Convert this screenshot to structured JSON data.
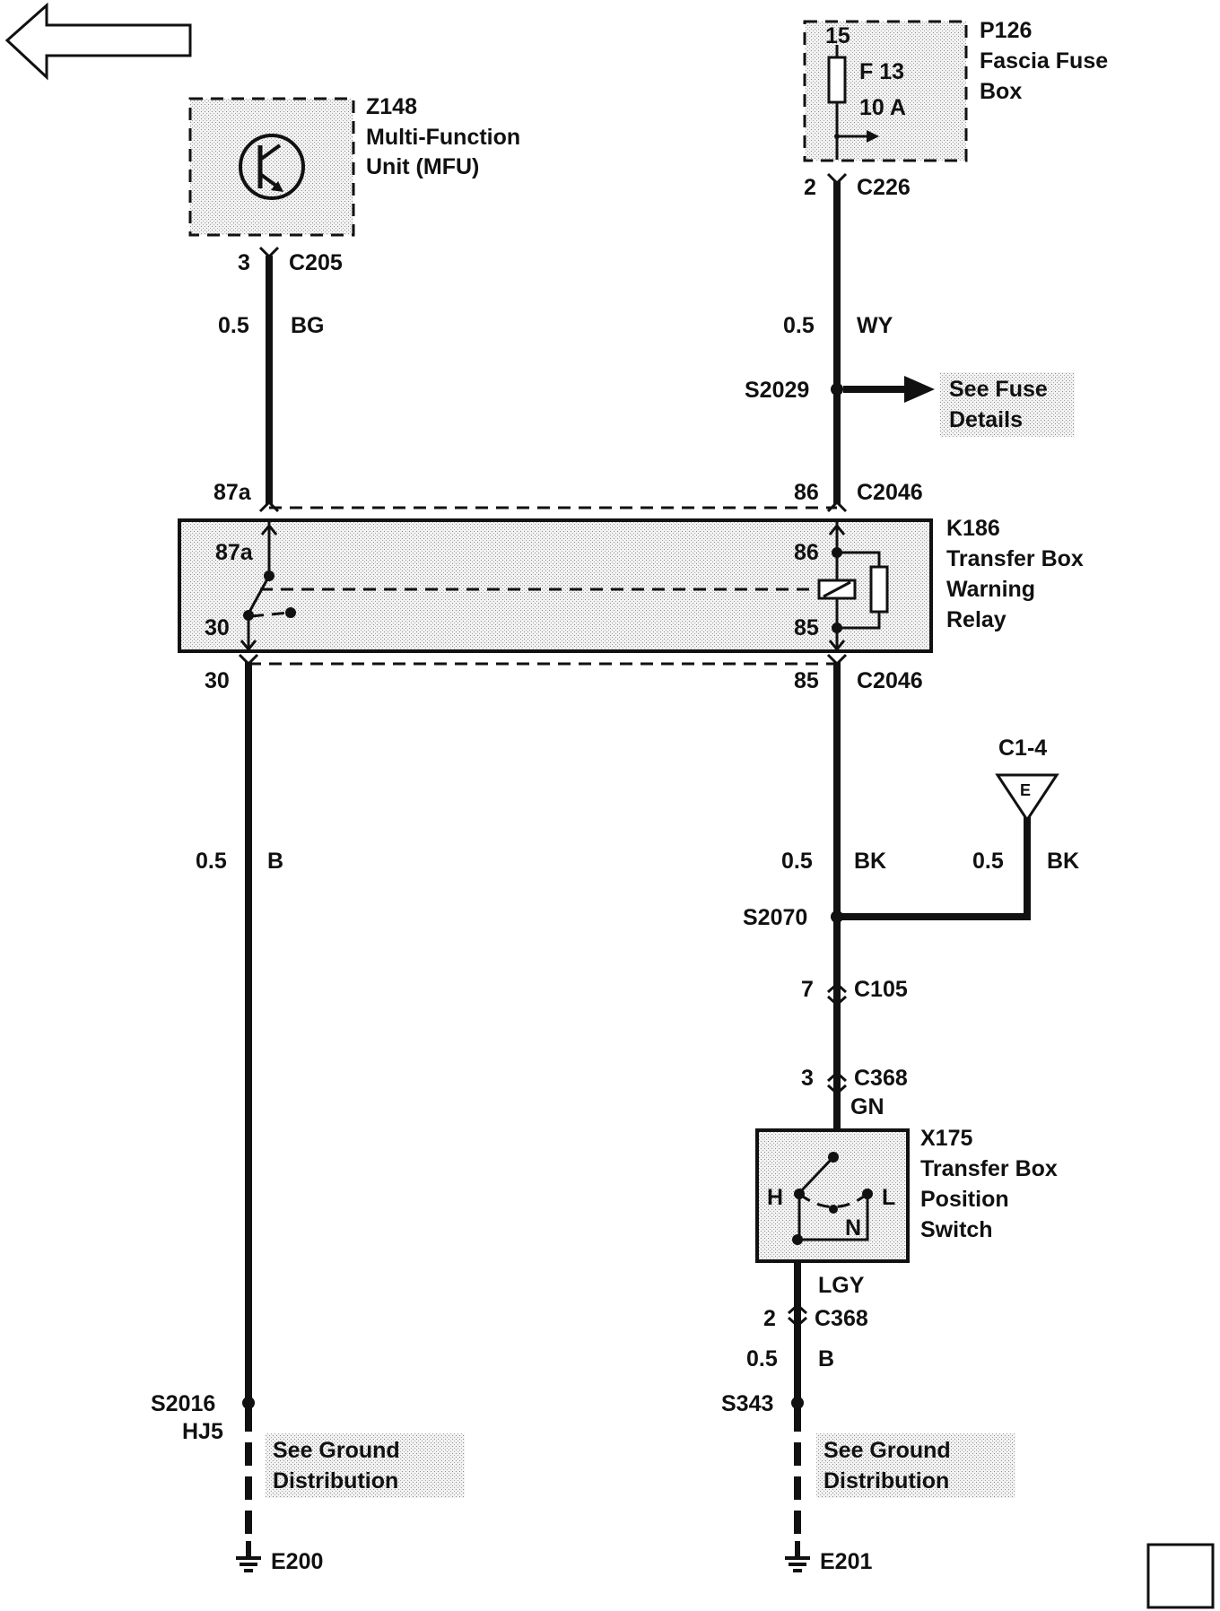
{
  "components": {
    "mfu": {
      "id": "Z148",
      "name_line1": "Multi-Function",
      "name_line2": "Unit (MFU)"
    },
    "fusebox": {
      "id": "P126",
      "name_line1": "Fascia Fuse",
      "name_line2": "Box",
      "pin": "15",
      "fuse": "F 13",
      "rating": "10 A"
    },
    "relay": {
      "id": "K186",
      "name_line1": "Transfer Box",
      "name_line2": "Warning",
      "name_line3": "Relay",
      "pin_87a": "87a",
      "pin_30": "30",
      "pin_86": "86",
      "pin_85": "85"
    },
    "switch": {
      "id": "X175",
      "name_line1": "Transfer Box",
      "name_line2": "Position",
      "name_line3": "Switch",
      "pos_h": "H",
      "pos_l": "L",
      "pos_n": "N"
    },
    "c1_4": {
      "id": "C1-4",
      "letter": "E"
    }
  },
  "connectors": {
    "c205": {
      "pin": "3",
      "name": "C205"
    },
    "c226": {
      "pin": "2",
      "name": "C226"
    },
    "c2046_87a": {
      "pin": "87a"
    },
    "c2046_86": {
      "pin": "86",
      "name": "C2046"
    },
    "c2046_30": {
      "pin": "30"
    },
    "c2046_85": {
      "pin": "85",
      "name": "C2046"
    },
    "c105": {
      "pin": "7",
      "name": "C105"
    },
    "c368_3": {
      "pin": "3",
      "name": "C368"
    },
    "c368_2": {
      "pin": "2",
      "name": "C368"
    }
  },
  "wires": {
    "mfu_wire": {
      "size": "0.5",
      "color": "BG"
    },
    "fuse_wire": {
      "size": "0.5",
      "color": "WY"
    },
    "relay30_wire": {
      "size": "0.5",
      "color": "B"
    },
    "relay85_wire": {
      "size": "0.5",
      "color": "BK"
    },
    "c14_wire": {
      "size": "0.5",
      "color": "BK"
    },
    "switch_in_color": "GN",
    "switch_out_color": "LGY",
    "ground_wire": {
      "size": "0.5",
      "color": "B"
    }
  },
  "splices": {
    "s2029": "S2029",
    "s2070": "S2070",
    "s2016": "S2016",
    "s2016_sub": "HJ5",
    "s343": "S343"
  },
  "references": {
    "fuse_details_line1": "See Fuse",
    "fuse_details_line2": "Details",
    "ground_left_line1": "See Ground",
    "ground_left_line2": "Distribution",
    "ground_right_line1": "See Ground",
    "ground_right_line2": "Distribution"
  },
  "grounds": {
    "left": "E200",
    "right": "E201"
  },
  "icons": [
    "back-arrow-icon",
    "transistor-icon",
    "fuse-icon",
    "relay-coil-icon",
    "ground-icon",
    "arrow-right-icon"
  ]
}
